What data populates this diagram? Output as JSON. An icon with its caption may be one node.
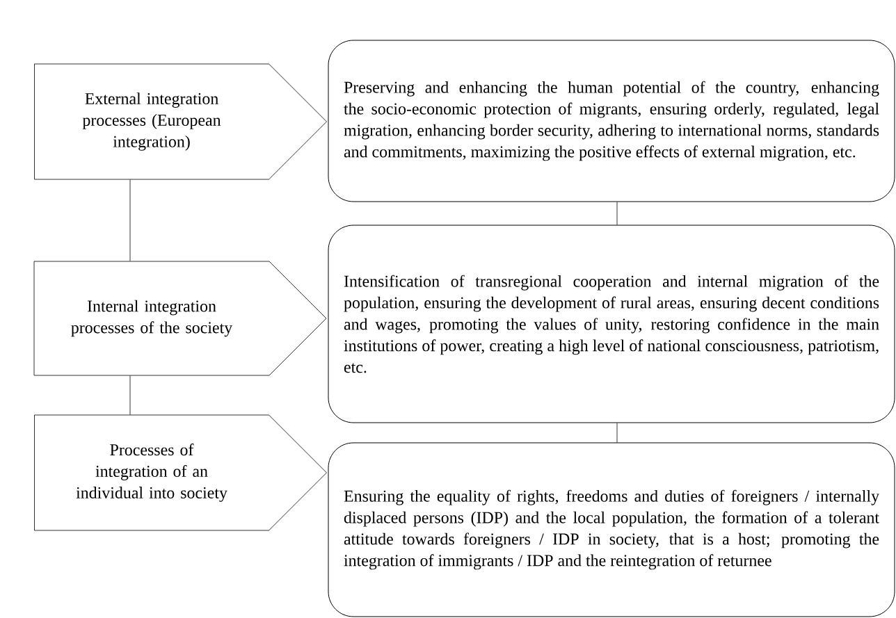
{
  "diagram": {
    "nodes": [
      {
        "text": [
          "External integration processes (European integration)"
        ]
      },
      {
        "text": [
          "Preserving and enhancing the human potential of the country, enhancing the socio-economic protection of migrants, ensuring orderly, regulated, legal migration, enhancing border security, adhering to international norms, standards and commitments, maximizing the positive effects of external migration, etc."
        ]
      },
      {
        "text": [
          "Internal integration processes of the society"
        ]
      },
      {
        "text": [
          "Intensification of transregional cooperation and internal migration of the population, ensuring the development of rural areas, ensuring decent conditions and wages, promoting the values of unity, restoring confidence in the main institutions of power, creating a high level of national consciousness, patriotism, etc."
        ]
      },
      {
        "text": [
          "Processes of integration of an individual into society"
        ]
      },
      {
        "text": [
          "Ensuring the equality of rights, freedoms and duties of foreigners / internally displaced persons (IDP) and the local population, the formation of a tolerant attitude towards foreigners / IDP in society, that is a host; promoting the integration of immigrants / IDP and the reintegration of returnee"
        ]
      }
    ],
    "edges": [
      {
        "from": 0,
        "to": 2,
        "arrow": "none"
      },
      {
        "from": 2,
        "to": 4,
        "arrow": "none"
      },
      {
        "from": 1,
        "to": 3,
        "arrow": "none"
      },
      {
        "from": 3,
        "to": 5,
        "arrow": "none"
      }
    ]
  }
}
